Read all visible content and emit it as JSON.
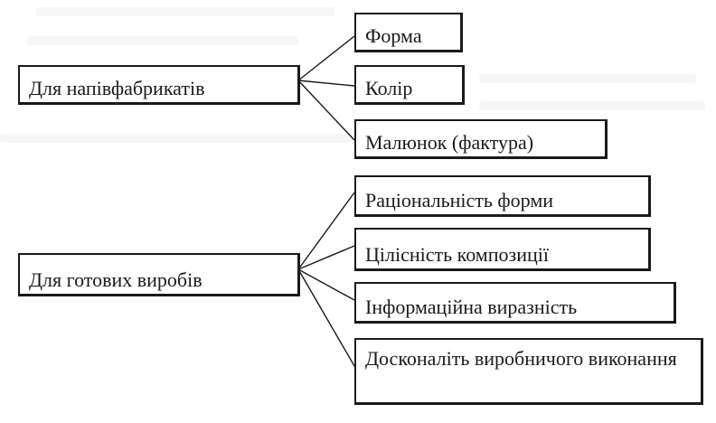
{
  "groups": [
    {
      "label": "Для напівфабрикатів",
      "items": [
        "Форма",
        "Колір",
        "Малюнок (фактура)"
      ]
    },
    {
      "label": "Для готових виробів",
      "items": [
        "Раціональність форми",
        "Цілісність композиції",
        "Інформаційна виразність",
        "Досконаліть виробничого виконання"
      ]
    }
  ]
}
